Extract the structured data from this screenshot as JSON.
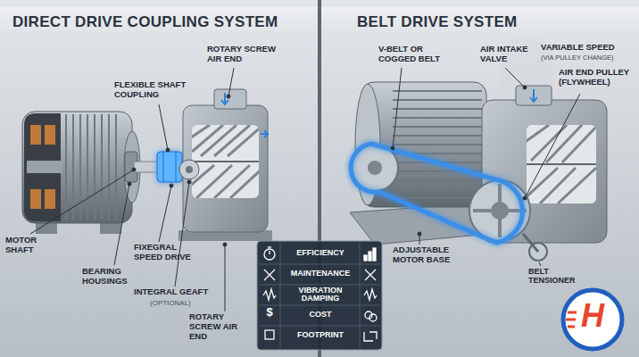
{
  "diagram": {
    "nodes": [
      {
        "text": [
          "DIRECT DRIVE COUPLING SYSTEM"
        ]
      },
      {
        "text": [
          "BELT DRIVE SYSTEM"
        ]
      },
      {
        "text": [
          "EFFICIENCY"
        ]
      },
      {
        "text": [
          "MAINTENANCE"
        ]
      },
      {
        "text": [
          "VIBRATION DAMPING"
        ]
      },
      {
        "text": [
          "COST"
        ]
      },
      {
        "text": [
          "FOOTPRINT"
        ]
      }
    ],
    "labels": [
      "ROTARY SCREW AIR END",
      "FLEXIBLE SHAFT COUPLING",
      "MOTOR SHAFT",
      "BEARING HOUSINGS",
      "FIXEGRAL SPEED DRIVE",
      "INTEGRAL GEAFT",
      "(OPTIONAL)",
      "ROTARY SCREW AIR END",
      "V-BELT OR COGGED BELT",
      "AIR INTAKE VALVE",
      "VARIABLE SPEED",
      "(VIA PULLEY CHANGE)",
      "AIR END PULLEY (FLYWHEEL)",
      "ADJUSTABLE MOTOR BASE",
      "BELT TENSIONER",
      "$",
      "H"
    ]
  }
}
